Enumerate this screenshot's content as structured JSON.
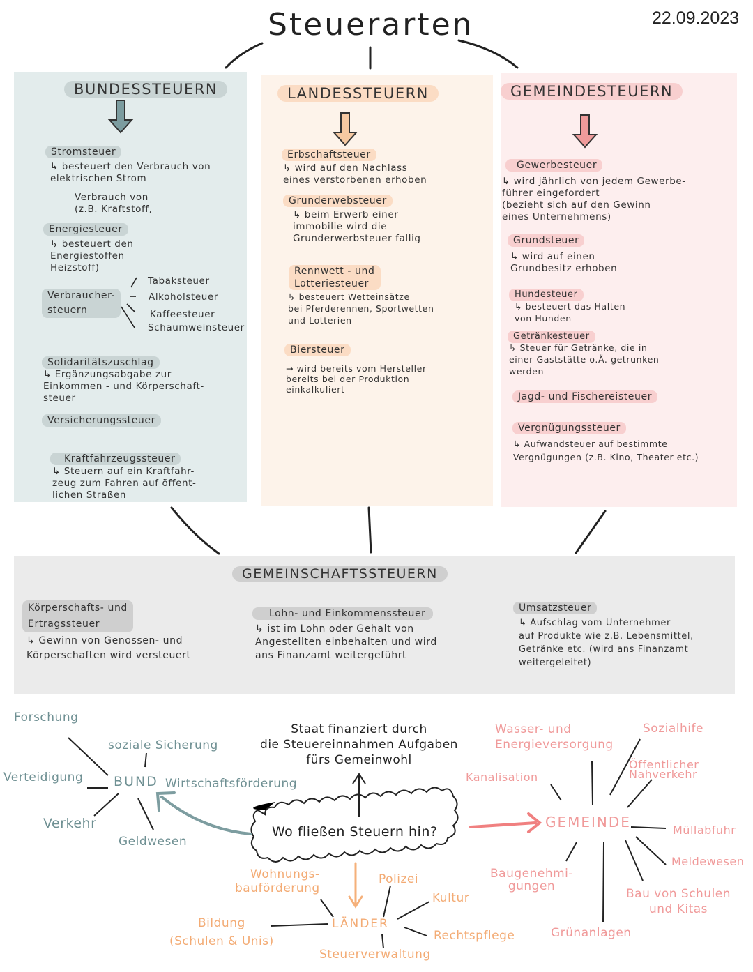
{
  "title": "Steuerarten",
  "date": "22.09.2023",
  "bund": {
    "heading": "BUNDESSTEUERN",
    "stromsteuer": {
      "title": "Stromsteuer",
      "desc": "↳ besteuert den Verbrauch von\nelektrischen Strom"
    },
    "note": "Verbrauch von\n(z.B. Kraftstoff,",
    "energiesteuer": {
      "title": "Energiesteuer",
      "desc": "↳ besteuert den\nEnergiestoffen\nHeizstoff)"
    },
    "verbrauchersteuern": {
      "title": "Verbraucher-\nsteuern",
      "items": [
        "Tabaksteuer",
        "Alkoholsteuer",
        "Kaffeesteuer",
        "Schaumweinsteuer"
      ]
    },
    "soli": {
      "title": "Solidaritätszuschlag",
      "desc": "↳ Ergänzungsabgabe zur\nEinkommen - und Körperschaft-\nsteuer"
    },
    "versicherung": {
      "title": "Versicherungssteuer"
    },
    "kfz": {
      "title": "Kraftfahrzeugssteuer",
      "desc": "↳ Steuern auf ein Kraftfahr-\nzeug zum Fahren auf öffent-\nlichen Straßen"
    }
  },
  "laender": {
    "heading": "LANDESSTEUERN",
    "erbschaft": {
      "title": "Erbschaftsteuer",
      "desc": "↳ wird auf den Nachlass\neines verstorbenen erhoben"
    },
    "grunderwerb": {
      "title": "Grunderwebsteuer",
      "desc": "↳ beim Erwerb einer\nimmobilie wird die\nGrunderwerbsteuer fallig"
    },
    "rennwett": {
      "title": "Rennwett - und\nLotteriesteuer",
      "desc": "↳ besteuert Wetteinsätze\nbei Pferderennen, Sportwetten\nund Lotterien"
    },
    "bier": {
      "title": "Biersteuer",
      "desc": "→ wird bereits vom Hersteller\nbereits bei der Produktion\neinkalkuliert"
    }
  },
  "gemeinde": {
    "heading": "GEMEINDESTEUERN",
    "gewerbe": {
      "title": "Gewerbesteuer",
      "desc": "↳ wird jährlich von jedem Gewerbe-\nführer eingefordert\n(bezieht sich auf den Gewinn\neines Unternehmens)"
    },
    "grund": {
      "title": "Grundsteuer",
      "desc": "↳ wird auf einen\nGrundbesitz erhoben"
    },
    "hunde": {
      "title": "Hundesteuer",
      "desc": "↳ besteuert das Halten\nvon Hunden"
    },
    "getraenke": {
      "title": "Getränkesteuer",
      "desc": "↳ Steuer für Getränke, die in\neiner Gaststätte o.Ä. getrunken\nwerden"
    },
    "jagd": {
      "title": "Jagd- und Fischereisteuer"
    },
    "vergnuegung": {
      "title": "Vergnügungssteuer",
      "desc": "↳ Aufwandsteuer auf bestimmte\nVergnügungen (z.B. Kino, Theater etc.)"
    }
  },
  "gemeinschaft": {
    "heading": "GEMEINSCHAFTSSTEUERN",
    "koerperschaft": {
      "title": "Körperschafts- und\nErtragssteuer",
      "desc": "↳ Gewinn von Genossen- und\nKörperschaften wird versteuert"
    },
    "lohn": {
      "title": "Lohn- und Einkommenssteuer",
      "desc": "↳ ist im Lohn oder Gehalt von\nAngestellten einbehalten und wird\nans Finanzamt weitergeführt"
    },
    "umsatz": {
      "title": "Umsatzsteuer",
      "desc": "↳ Aufschlag vom Unternehmer\nauf Produkte wie z.B. Lebensmittel,\nGetränke etc. (wird ans Finanzamt\nweitergeleitet)"
    }
  },
  "mindmap": {
    "center": "Wo fließen Steuern hin?",
    "staat": "Staat finanziert durch\ndie Steuereinnahmen Aufgaben\nfürs Gemeinwohl",
    "bund": {
      "label": "BUND",
      "items": [
        "Forschung",
        "soziale Sicherung",
        "Verteidigung",
        "Wirtschaftsförderung",
        "Verkehr",
        "Geldwesen"
      ]
    },
    "gemeinde": {
      "label": "GEMEINDE",
      "items": [
        "Wasser- und\nEnergieversorgung",
        "Sozialhife",
        "Öffentlicher\nNahverkehr",
        "Kanalisation",
        "Müllabfuhr",
        "Meldewesen",
        "Baugenehmi-\ngungen",
        "Bau von Schulen\nund Kitas",
        "Grünanlagen"
      ]
    },
    "laender": {
      "label": "LÄNDER",
      "items": [
        "Wohnungs-\nbauförderung",
        "Polizei",
        "Kultur",
        "Bildung\n(Schulen & Unis)",
        "Rechtspflege",
        "Steuerverwaltung"
      ]
    }
  },
  "colors": {
    "bund_bg": "#e3ecec",
    "laender_bg": "#fdf3ea",
    "gemeinde_bg": "#fdeeee",
    "gemeinschaft_bg": "#ebebeb",
    "bund_text": "#6f9093",
    "gemeinde_text": "#f09a9a",
    "laender_text": "#f3ab74"
  }
}
